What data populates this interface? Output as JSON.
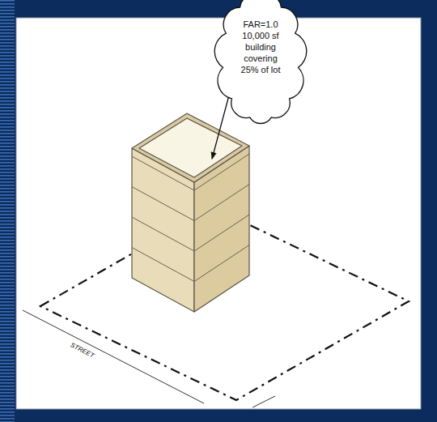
{
  "diagram": {
    "nodes": [
      {
        "text": [
          "FAR=1.0",
          "10,000 sf building covering 25% of lot"
        ]
      }
    ],
    "labels": [
      "STREET"
    ]
  }
}
